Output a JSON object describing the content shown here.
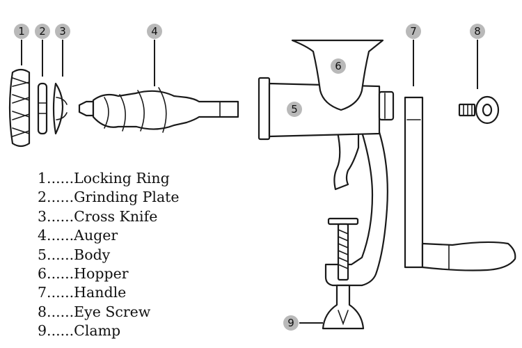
{
  "callouts": {
    "c1": "1",
    "c2": "2",
    "c3": "3",
    "c4": "4",
    "c5": "5",
    "c6": "6",
    "c7": "7",
    "c8": "8",
    "c9": "9"
  },
  "legend": [
    {
      "num": "1",
      "dots": "......",
      "label": "Locking Ring"
    },
    {
      "num": "2",
      "dots": "......",
      "label": "Grinding Plate"
    },
    {
      "num": "3",
      "dots": "......",
      "label": "Cross Knife"
    },
    {
      "num": "4",
      "dots": "......",
      "label": "Auger"
    },
    {
      "num": "5",
      "dots": "......",
      "label": "Body"
    },
    {
      "num": "6",
      "dots": "......",
      "label": "Hopper"
    },
    {
      "num": "7",
      "dots": "......",
      "label": "Handle"
    },
    {
      "num": "8",
      "dots": "......",
      "label": "Eye Screw"
    },
    {
      "num": "9",
      "dots": "......",
      "label": "Clamp"
    }
  ],
  "colors": {
    "badge": "#b9b9b9",
    "line": "#1a1a1a"
  }
}
